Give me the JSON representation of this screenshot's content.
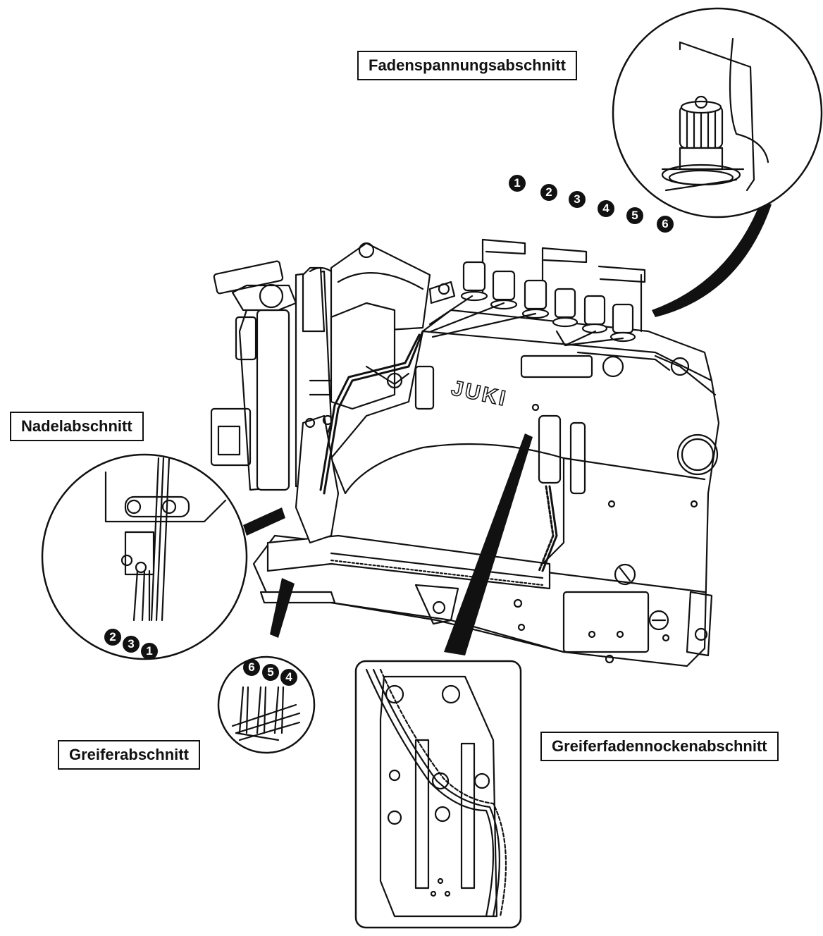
{
  "labels": {
    "thread_tension": "Fadenspannungsabschnitt",
    "needle": "Nadelabschnitt",
    "looper": "Greiferabschnitt",
    "looper_cam": "Greiferfadennockenabschnitt"
  },
  "brand": "JUKI",
  "numbers": {
    "top": [
      "1",
      "2",
      "3",
      "4",
      "5",
      "6"
    ],
    "needle": [
      "2",
      "3",
      "1"
    ],
    "looper": [
      "6",
      "5",
      "4"
    ]
  }
}
